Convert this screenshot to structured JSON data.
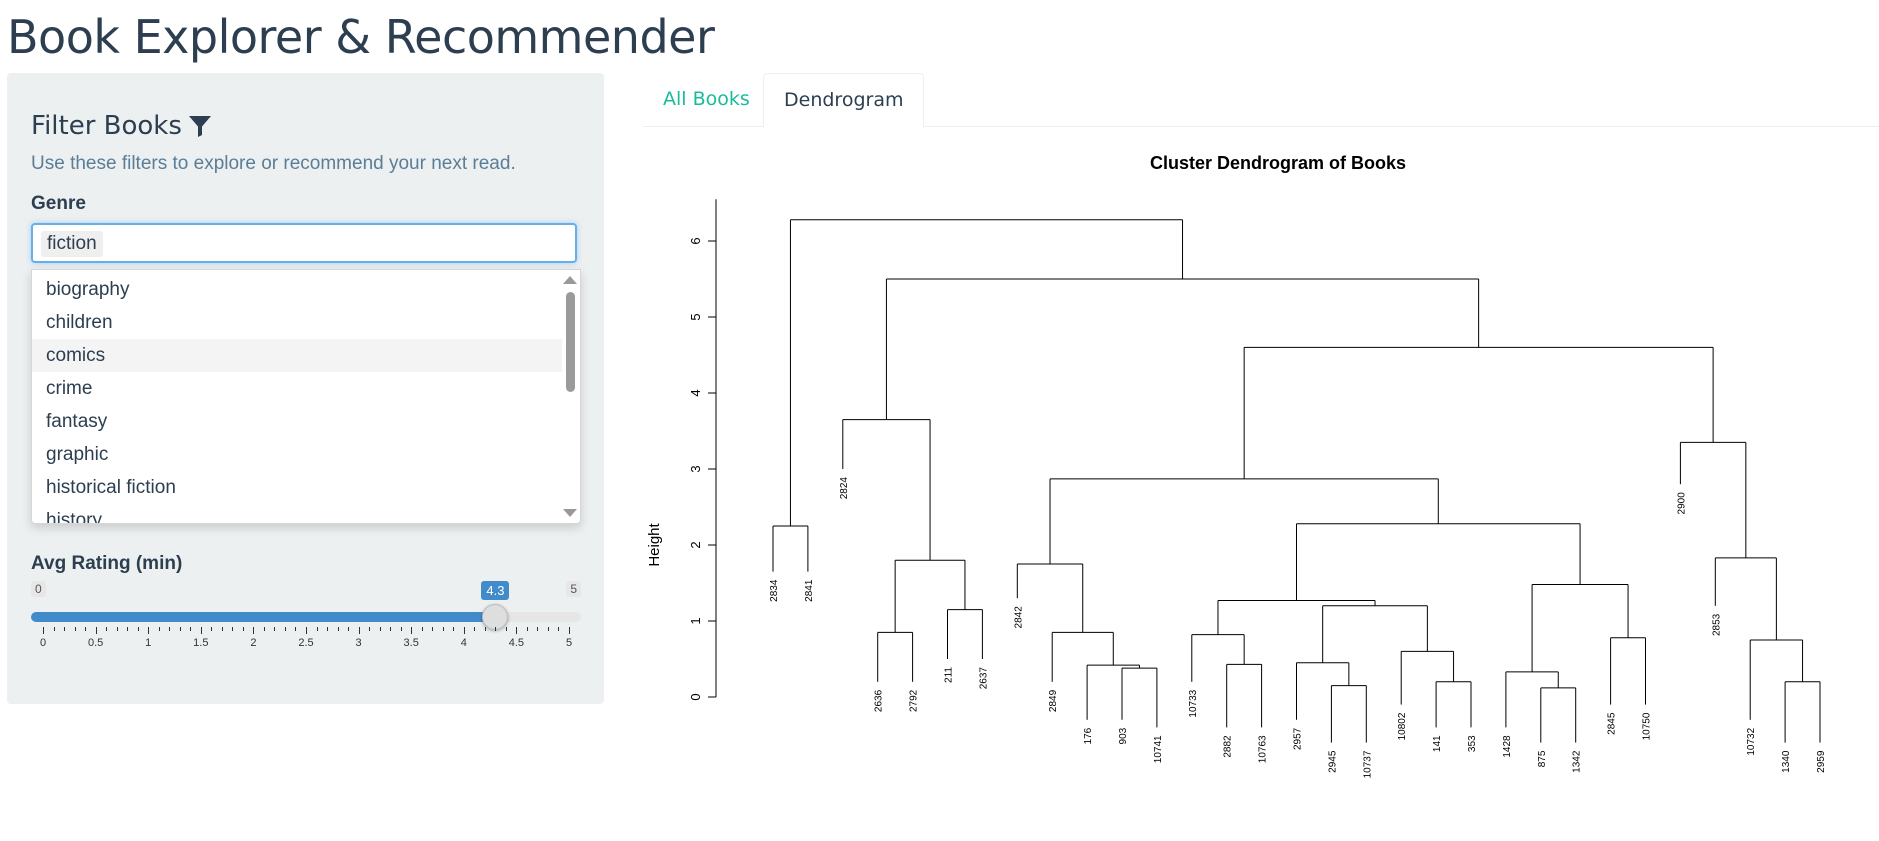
{
  "app": {
    "title": "Book Explorer & Recommender"
  },
  "sidebar": {
    "title": "Filter Books",
    "description": "Use these filters to explore or recommend your next read.",
    "genre": {
      "label": "Genre",
      "selected": "fiction",
      "options": [
        "biography",
        "children",
        "comics",
        "crime",
        "fantasy",
        "graphic",
        "historical fiction",
        "history"
      ]
    },
    "rating": {
      "label": "Avg Rating (min)",
      "min": 0,
      "max": 5,
      "value": 4.3,
      "ticks": [
        "0",
        "0.5",
        "1",
        "1.5",
        "2",
        "2.5",
        "3",
        "3.5",
        "4",
        "4.5",
        "5"
      ]
    },
    "icons": {
      "filter": "filter-icon"
    }
  },
  "tabs": [
    {
      "label": "All Books",
      "active": false
    },
    {
      "label": "Dendrogram",
      "active": true
    }
  ],
  "colors": {
    "accent": "#18bc9c",
    "primary": "#2c3e50",
    "slider": "#428bca",
    "panel": "#ecf0f1"
  },
  "chart_data": {
    "type": "dendrogram",
    "title": "Cluster Dendrogram of Books",
    "ylabel": "Height",
    "ylim": [
      0,
      6
    ],
    "yticks": [
      0,
      1,
      2,
      3,
      4,
      5,
      6
    ],
    "leaves": [
      {
        "label": "2834",
        "h": 1.65
      },
      {
        "label": "2841",
        "h": 1.65
      },
      {
        "label": "2824",
        "h": 3.0
      },
      {
        "label": "2636",
        "h": 0.2
      },
      {
        "label": "2792",
        "h": 0.2
      },
      {
        "label": "211",
        "h": 0.5
      },
      {
        "label": "2637",
        "h": 0.5
      },
      {
        "label": "2842",
        "h": 1.3
      },
      {
        "label": "2849",
        "h": 0.2
      },
      {
        "label": "176",
        "h": -0.3
      },
      {
        "label": "903",
        "h": -0.3
      },
      {
        "label": "10741",
        "h": -0.4
      },
      {
        "label": "10733",
        "h": 0.2
      },
      {
        "label": "2882",
        "h": -0.4
      },
      {
        "label": "10763",
        "h": -0.4
      },
      {
        "label": "2957",
        "h": -0.3
      },
      {
        "label": "2945",
        "h": -0.6
      },
      {
        "label": "10737",
        "h": -0.6
      },
      {
        "label": "10802",
        "h": -0.1
      },
      {
        "label": "141",
        "h": -0.4
      },
      {
        "label": "353",
        "h": -0.4
      },
      {
        "label": "1428",
        "h": -0.4
      },
      {
        "label": "875",
        "h": -0.6
      },
      {
        "label": "1342",
        "h": -0.6
      },
      {
        "label": "2845",
        "h": -0.1
      },
      {
        "label": "10750",
        "h": -0.1
      },
      {
        "label": "2900",
        "h": 2.8
      },
      {
        "label": "2853",
        "h": 1.2
      },
      {
        "label": "10732",
        "h": -0.3
      },
      {
        "label": "1340",
        "h": -0.6
      },
      {
        "label": "2959",
        "h": -0.6
      }
    ],
    "merges": [
      [
        0,
        1,
        2.25
      ],
      [
        3,
        4,
        0.85
      ],
      [
        5,
        6,
        1.15
      ],
      [
        -2,
        -3,
        1.8
      ],
      [
        2,
        -4,
        3.65
      ],
      [
        10,
        11,
        0.38
      ],
      [
        9,
        -6,
        0.42
      ],
      [
        8,
        -7,
        0.85
      ],
      [
        7,
        -8,
        1.75
      ],
      [
        13,
        14,
        0.43
      ],
      [
        12,
        -10,
        0.82
      ],
      [
        16,
        17,
        0.15
      ],
      [
        15,
        -12,
        0.45
      ],
      [
        19,
        20,
        0.2
      ],
      [
        18,
        -14,
        0.6
      ],
      [
        -13,
        -15,
        1.2
      ],
      [
        -11,
        -16,
        1.27
      ],
      [
        22,
        23,
        0.12
      ],
      [
        21,
        -18,
        0.33
      ],
      [
        24,
        25,
        0.78
      ],
      [
        -19,
        -20,
        1.48
      ],
      [
        -17,
        -21,
        2.28
      ],
      [
        -9,
        -22,
        2.87
      ],
      [
        29,
        30,
        0.2
      ],
      [
        28,
        -24,
        0.75
      ],
      [
        27,
        -25,
        1.83
      ],
      [
        26,
        -26,
        3.35
      ],
      [
        -23,
        -27,
        4.6
      ],
      [
        -5,
        -28,
        5.5
      ],
      [
        -1,
        -29,
        6.28
      ]
    ]
  }
}
